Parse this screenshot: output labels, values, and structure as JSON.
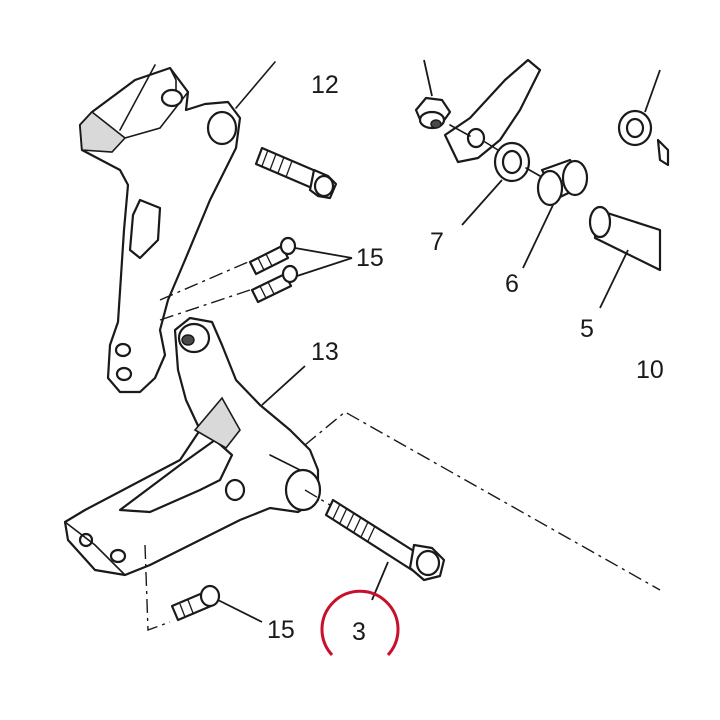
{
  "callouts": {
    "c12": "12",
    "c15a": "15",
    "c13": "13",
    "c7": "7",
    "c6": "6",
    "c5": "5",
    "c10": "10",
    "c3": "3",
    "c15b": "15"
  },
  "highlight": {
    "target": "3",
    "color": "#c8102e"
  }
}
